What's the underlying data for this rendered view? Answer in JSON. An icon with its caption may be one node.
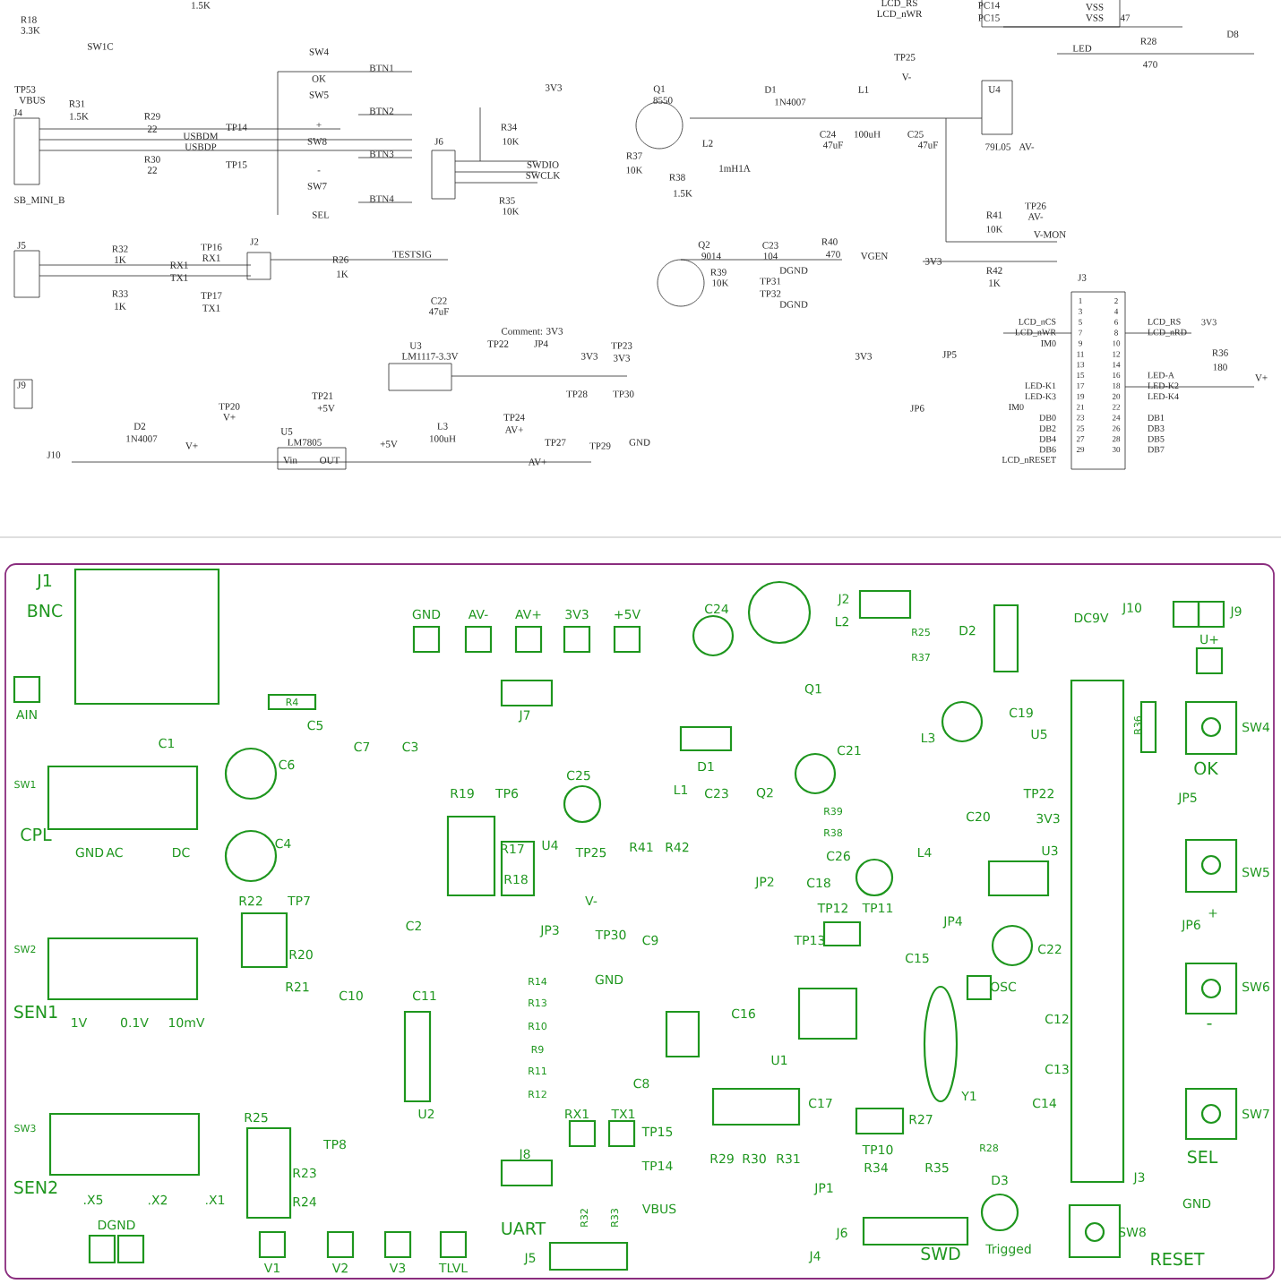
{
  "diagram": {
    "labels": [
      "R18",
      "3.3K",
      "1.5K",
      "SW1C",
      "TP53",
      "VBUS",
      "J4",
      "R31",
      "1.5K",
      "R29",
      "22",
      "USBDM",
      "USBDP",
      "TP14",
      "R30",
      "22",
      "TP15",
      "SB_MINI_B",
      "SW4",
      "OK",
      "BTN1",
      "SW5",
      "+",
      "BTN2",
      "SW8",
      "-",
      "BTN3",
      "SW7",
      "SEL",
      "BTN4",
      "J6",
      "3V3",
      "R34",
      "10K",
      "SWDIO",
      "SWCLK",
      "R35",
      "10K",
      "J5",
      "R32",
      "1K",
      "RX1",
      "TX1",
      "TP16",
      "RX1",
      "R33",
      "1K",
      "TP17",
      "TX1",
      "J2",
      "R26",
      "1K",
      "TESTSIG",
      "C22",
      "47uF",
      "U3",
      "LM1117-3.3V",
      "TP22",
      "Comment: 3V3",
      "JP4",
      "3V3",
      "TP23",
      "3V3",
      "J9",
      "TP20",
      "V+",
      "TP21",
      "+5V",
      "TP24",
      "AV+",
      "TP28",
      "TP30",
      "D2",
      "1N4007",
      "V+",
      "U5",
      "LM7805",
      "+5V",
      "L3",
      "100uH",
      "TP27",
      "TP29",
      "GND",
      "J10",
      "Vin",
      "OUT",
      "AV+",
      "LCD_RS",
      "LCD_nWR",
      "PC14",
      "PC15",
      "VSS",
      "VSS",
      "47",
      "LED",
      "R28",
      "470",
      "D8",
      "Q1",
      "8550",
      "D1",
      "1N4007",
      "L1",
      "TP25",
      "V-",
      "U4",
      "L2",
      "C24",
      "47uF",
      "100uH",
      "C25",
      "47uF",
      "79L05",
      "AV-",
      "R37",
      "10K",
      "R38",
      "1mH1A",
      "1.5K",
      "TP26",
      "R41",
      "AV-",
      "10K",
      "V-MON",
      "Q2",
      "9014",
      "C23",
      "104",
      "R40",
      "470",
      "VGEN",
      "3V3",
      "R42",
      "1K",
      "R39",
      "10K",
      "DGND",
      "TP31",
      "TP32",
      "DGND",
      "J3",
      "3V3",
      "JP5",
      "R36",
      "180",
      "V+",
      "JP6",
      "LCD_nCS",
      "LCD_nWR",
      "IM0",
      "LED-K1",
      "LED-K3",
      "IM0",
      "DB0",
      "DB2",
      "DB4",
      "DB6",
      "LCD_nRESET",
      "LCD_RS",
      "3V3",
      "LCD_nRD",
      "LED-A",
      "LED-K2",
      "LED-K4",
      "DB1",
      "DB3",
      "DB5",
      "DB7",
      "1",
      "2",
      "3",
      "4",
      "5",
      "6",
      "7",
      "8",
      "9",
      "10",
      "11",
      "12",
      "13",
      "14",
      "15",
      "16",
      "17",
      "18",
      "19",
      "20",
      "21",
      "22",
      "23",
      "24",
      "25",
      "26",
      "27",
      "28",
      "29",
      "30",
      "J1",
      "BNC",
      "AIN",
      "GND",
      "AV-",
      "AV+",
      "3V3",
      "+5V",
      "R4",
      "C5",
      "C1",
      "C6",
      "C7",
      "C3",
      "J7",
      "SW1",
      "C25",
      "R19",
      "TP6",
      "CPL",
      "GND",
      "AC",
      "DC",
      "C4",
      "R17",
      "U4",
      "TP25",
      "R18",
      "R22",
      "TP7",
      "V-",
      "C2",
      "JP3",
      "TP30",
      "SW2",
      "R20",
      "GND",
      "R14",
      "R21",
      "C10",
      "C11",
      "R13",
      "SEN1",
      "1V",
      "0.1V",
      "10mV",
      "R10",
      "R9",
      "R11",
      "C8",
      "R12",
      "R25",
      "U2",
      "RX1",
      "TX1",
      "SW3",
      "TP15",
      "TP8",
      "J8",
      "TP14",
      "R23",
      "SEN2",
      ".X5",
      ".X2",
      ".X1",
      "R24",
      "VBUS",
      "R32",
      "R33",
      "DGND",
      "UART",
      "J5",
      "V1",
      "V2",
      "V3",
      "TLVL",
      "C24",
      "L2",
      "J2",
      "R25",
      "D2",
      "DC9V",
      "J10",
      "U+",
      "J9",
      "R37",
      "Q1",
      "C19",
      "L3",
      "U5",
      "R36",
      "SW4",
      "C21",
      "D1",
      "OK",
      "L1",
      "C23",
      "Q2",
      "R39",
      "TP22",
      "JP5",
      "C20",
      "3V3",
      "R38",
      "R41",
      "R42",
      "C26",
      "L4",
      "U3",
      "SW5",
      "JP2",
      "C18",
      "TP12",
      "TP11",
      "JP4",
      "JP6",
      "+",
      "C9",
      "TP13",
      "C15",
      "C22",
      "OSC",
      "SW6",
      "C16",
      "C12",
      "-",
      "U1",
      "C13",
      "C17",
      "R27",
      "Y1",
      "C14",
      "SW7",
      "R29",
      "R30",
      "R31",
      "TP10",
      "R34",
      "R35",
      "R28",
      "SEL",
      "JP1",
      "D3",
      "J3",
      "GND",
      "J6",
      "SW8",
      "J4",
      "SWD",
      "Trigged",
      "RESET"
    ]
  }
}
